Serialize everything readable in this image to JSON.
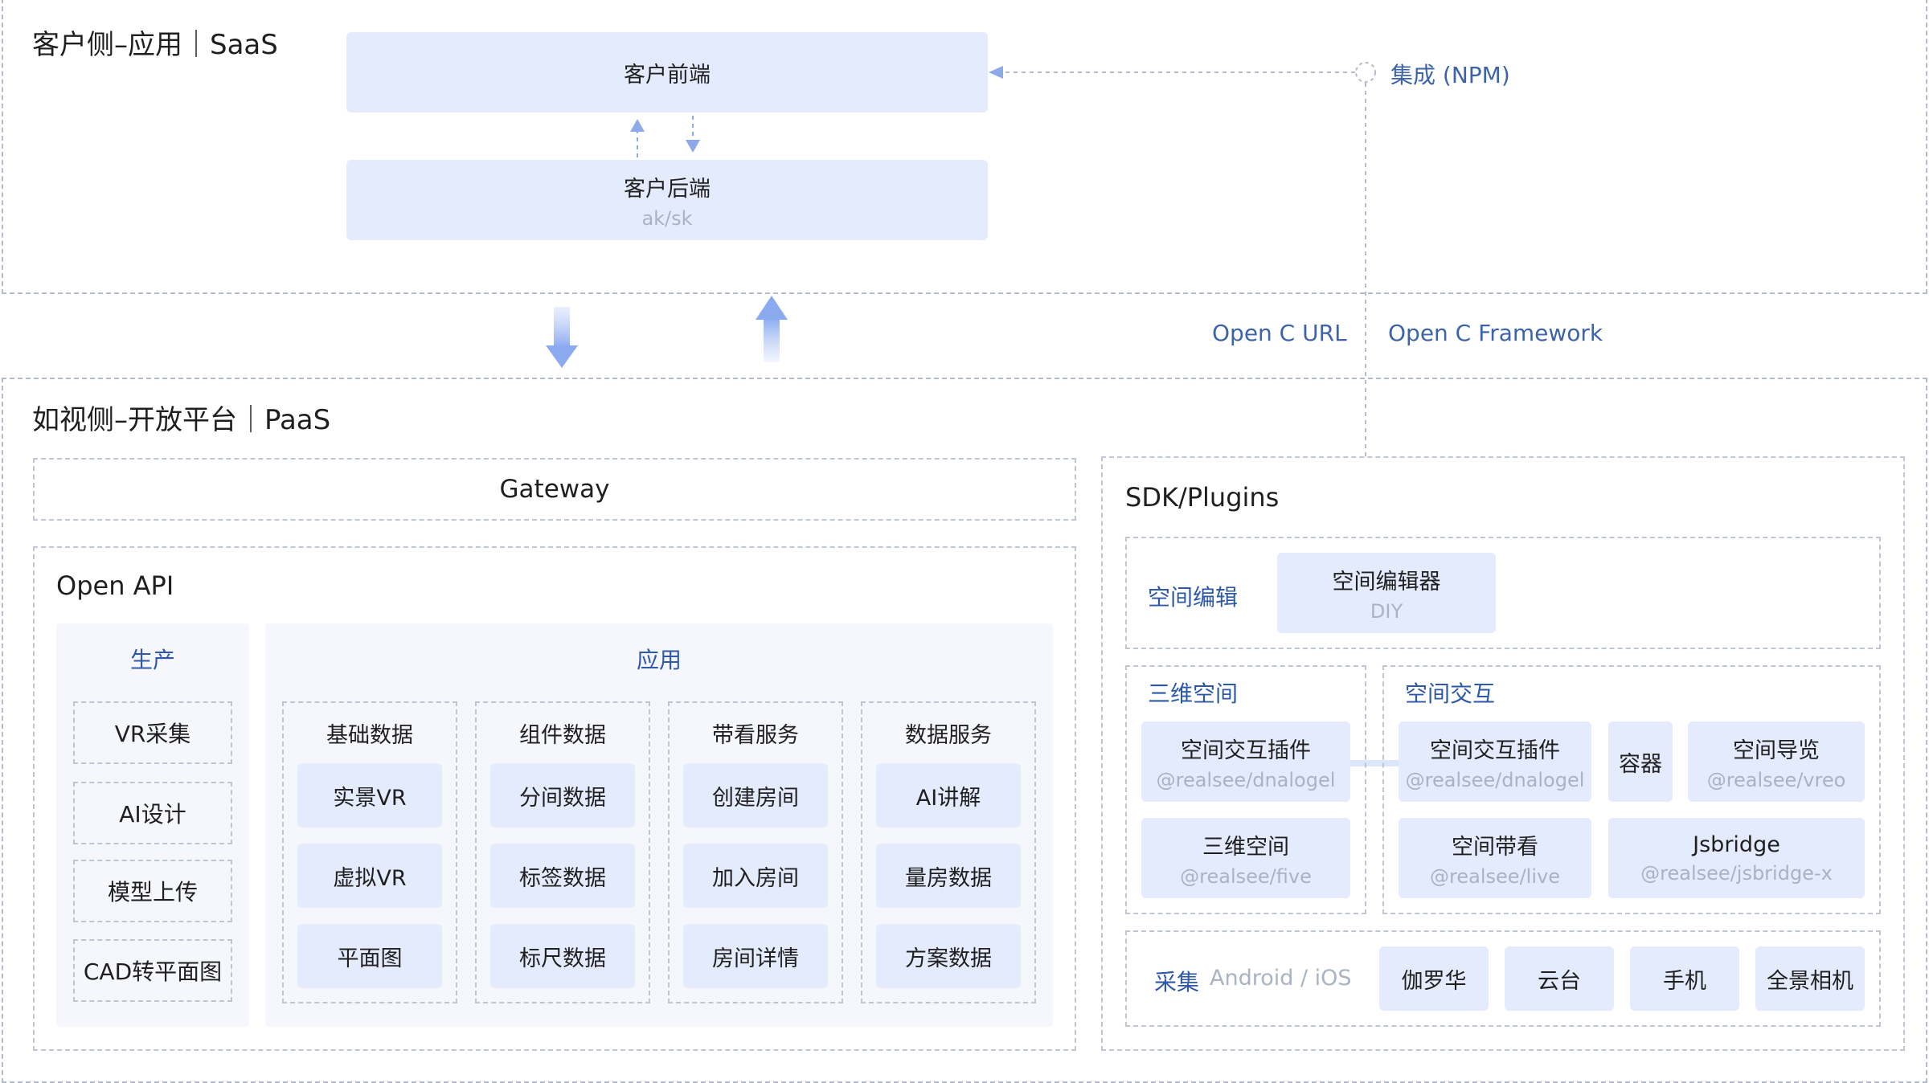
{
  "saas": {
    "title": "客户侧–应用｜SaaS",
    "frontend": "客户前端",
    "backend": "客户后端",
    "backend_sub": "ak/sk",
    "integration": "集成 (NPM)"
  },
  "links": {
    "open_c_url": "Open C URL",
    "open_c_framework": "Open C Framework"
  },
  "paas": {
    "title": "如视侧–开放平台｜PaaS",
    "gateway": "Gateway",
    "open_api": {
      "title": "Open API",
      "production": {
        "title": "生产",
        "items": [
          "VR采集",
          "AI设计",
          "模型上传",
          "CAD转平面图"
        ]
      },
      "application": {
        "title": "应用",
        "groups": [
          {
            "title": "基础数据",
            "items": [
              "实景VR",
              "虚拟VR",
              "平面图"
            ]
          },
          {
            "title": "组件数据",
            "items": [
              "分间数据",
              "标签数据",
              "标尺数据"
            ]
          },
          {
            "title": "带看服务",
            "items": [
              "创建房间",
              "加入房间",
              "房间详情"
            ]
          },
          {
            "title": "数据服务",
            "items": [
              "AI讲解",
              "量房数据",
              "方案数据"
            ]
          }
        ]
      }
    },
    "sdk": {
      "title": "SDK/Plugins",
      "space_edit": {
        "label": "空间编辑",
        "editor": {
          "name": "空间编辑器",
          "pkg": "DIY"
        }
      },
      "space3d": {
        "title": "三维空间",
        "plugin": {
          "name": "空间交互插件",
          "pkg": "@realsee/dnalogel"
        },
        "five": {
          "name": "三维空间",
          "pkg": "@realsee/five"
        }
      },
      "interaction": {
        "title": "空间交互",
        "plugin": {
          "name": "空间交互插件",
          "pkg": "@realsee/dnalogel"
        },
        "container": {
          "name": "容器"
        },
        "guide": {
          "name": "空间导览",
          "pkg": "@realsee/vreo"
        },
        "live": {
          "name": "空间带看",
          "pkg": "@realsee/live"
        },
        "jsbridge": {
          "name": "Jsbridge",
          "pkg": "@realsee/jsbridge-x"
        }
      },
      "capture": {
        "label": "采集",
        "platform": "Android / iOS",
        "items": [
          "伽罗华",
          "云台",
          "手机",
          "全景相机"
        ]
      }
    }
  }
}
